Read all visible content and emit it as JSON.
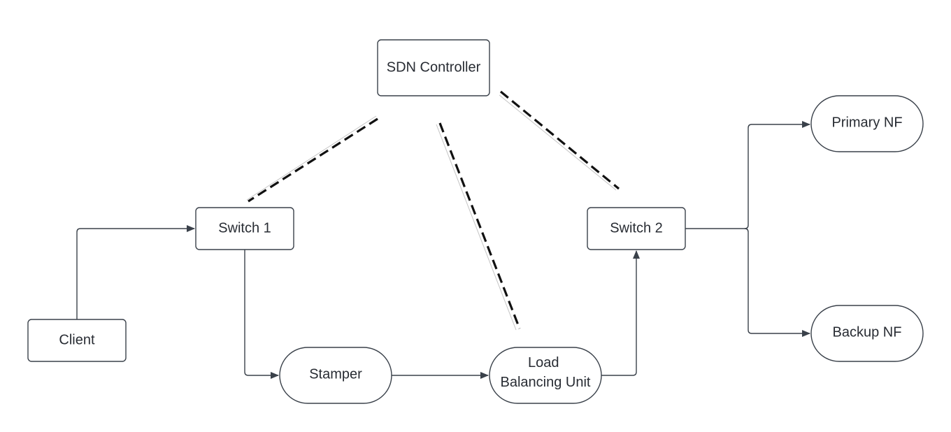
{
  "nodes": {
    "sdn_controller": "SDN Controller",
    "switch_1": "Switch 1",
    "switch_2": "Switch 2",
    "client": "Client",
    "stamper": "Stamper",
    "load_balancing_unit": [
      "Load",
      "Balancing Unit"
    ],
    "primary_nf": "Primary NF",
    "backup_nf": "Backup NF"
  },
  "edges": [
    {
      "from": "client",
      "to": "switch_1",
      "style": "solid-arrow"
    },
    {
      "from": "switch_1",
      "to": "stamper",
      "style": "solid-arrow"
    },
    {
      "from": "stamper",
      "to": "load_balancing_unit",
      "style": "solid-arrow"
    },
    {
      "from": "load_balancing_unit",
      "to": "switch_2",
      "style": "solid-arrow"
    },
    {
      "from": "switch_2",
      "to": "primary_nf",
      "style": "solid-arrow"
    },
    {
      "from": "switch_2",
      "to": "backup_nf",
      "style": "solid-arrow"
    },
    {
      "from": "sdn_controller",
      "to": "switch_1",
      "style": "dashed"
    },
    {
      "from": "sdn_controller",
      "to": "load_balancing_unit",
      "style": "dashed"
    },
    {
      "from": "sdn_controller",
      "to": "switch_2",
      "style": "dashed"
    }
  ],
  "colors": {
    "stroke": "#3a414a",
    "text": "#282c33",
    "control_link": "#111111",
    "background": "#ffffff"
  }
}
